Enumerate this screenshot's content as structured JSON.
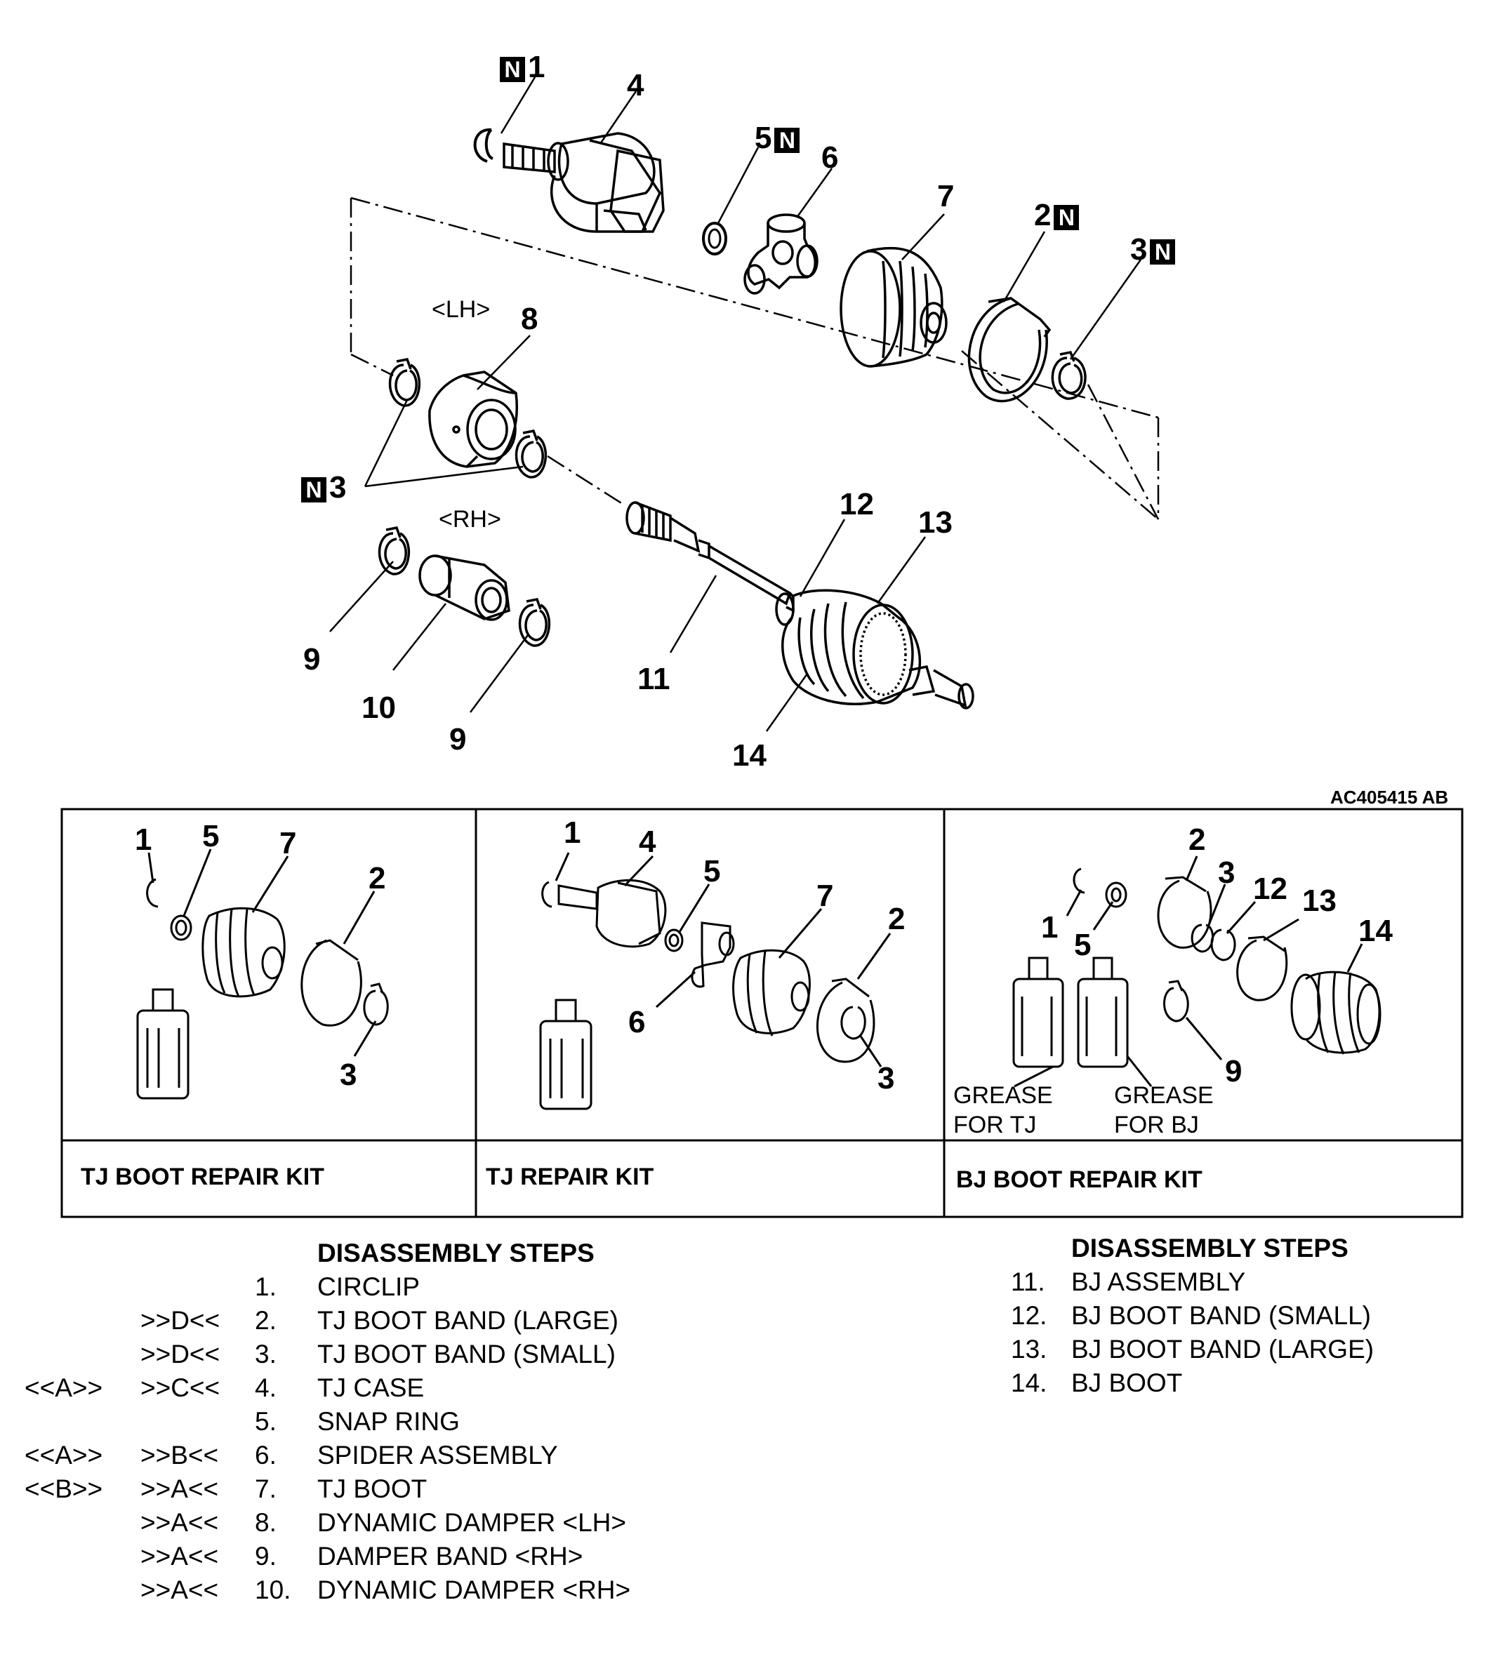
{
  "figure_code": "AC405415 AB",
  "new_part_mark": "N",
  "main_labels": {
    "p1": "1",
    "p2": "2",
    "p3a": "3",
    "p3b": "3",
    "p4": "4",
    "p5": "5",
    "p6": "6",
    "p7": "7",
    "p8": "8",
    "p9a": "9",
    "p9b": "9",
    "p10": "10",
    "p11": "11",
    "p12": "12",
    "p13": "13",
    "p14": "14",
    "lh": "<LH>",
    "rh": "<RH>"
  },
  "kits": [
    {
      "title": "TJ BOOT REPAIR KIT",
      "labels": [
        "1",
        "5",
        "7",
        "2",
        "3"
      ]
    },
    {
      "title": "TJ REPAIR KIT",
      "labels": [
        "1",
        "4",
        "5",
        "7",
        "2",
        "6",
        "3"
      ]
    },
    {
      "title": "BJ BOOT REPAIR KIT",
      "labels": [
        "2",
        "3",
        "12",
        "13",
        "14",
        "1",
        "5",
        "9"
      ],
      "grease": [
        "GREASE",
        "FOR TJ",
        "GREASE",
        "FOR BJ"
      ]
    }
  ],
  "steps_left": {
    "heading": "DISASSEMBLY STEPS",
    "rows": [
      {
        "rem": "",
        "ins": "",
        "no": "1.",
        "name": "CIRCLIP"
      },
      {
        "rem": "",
        "ins": ">>D<<",
        "no": "2.",
        "name": "TJ BOOT BAND (LARGE)"
      },
      {
        "rem": "",
        "ins": ">>D<<",
        "no": "3.",
        "name": "TJ BOOT BAND (SMALL)"
      },
      {
        "rem": "<<A>>",
        "ins": ">>C<<",
        "no": "4.",
        "name": "TJ CASE"
      },
      {
        "rem": "",
        "ins": "",
        "no": "5.",
        "name": "SNAP RING"
      },
      {
        "rem": "<<A>>",
        "ins": ">>B<<",
        "no": "6.",
        "name": "SPIDER ASSEMBLY"
      },
      {
        "rem": "<<B>>",
        "ins": ">>A<<",
        "no": "7.",
        "name": "TJ BOOT"
      },
      {
        "rem": "",
        "ins": ">>A<<",
        "no": "8.",
        "name": "DYNAMIC DAMPER <LH>"
      },
      {
        "rem": "",
        "ins": ">>A<<",
        "no": "9.",
        "name": "DAMPER BAND <RH>"
      },
      {
        "rem": "",
        "ins": ">>A<<",
        "no": "10.",
        "name": "DYNAMIC DAMPER <RH>"
      }
    ]
  },
  "steps_right": {
    "heading": "DISASSEMBLY STEPS",
    "rows": [
      {
        "no": "11.",
        "name": "BJ ASSEMBLY"
      },
      {
        "no": "12.",
        "name": "BJ BOOT BAND (SMALL)"
      },
      {
        "no": "13.",
        "name": "BJ BOOT BAND (LARGE)"
      },
      {
        "no": "14.",
        "name": "BJ BOOT"
      }
    ]
  }
}
